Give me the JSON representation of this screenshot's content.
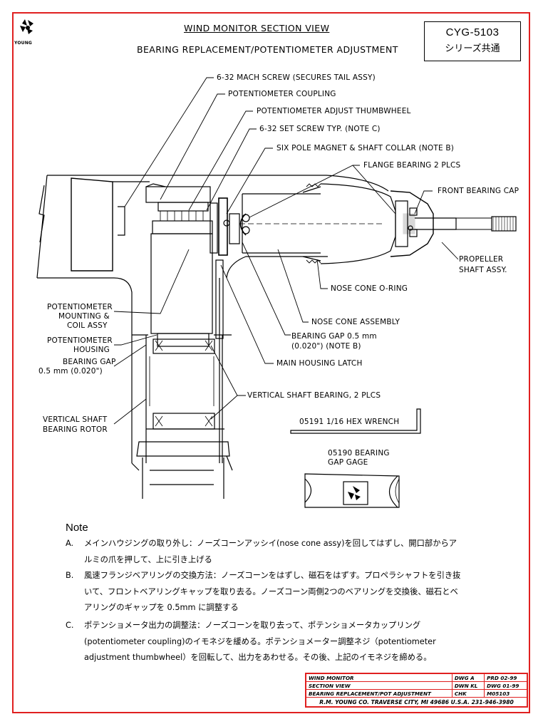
{
  "header": {
    "title": "WIND MONITOR SECTION VIEW",
    "subtitle": "BEARING REPLACEMENT/POTENTIOMETER ADJUSTMENT",
    "logo_text": "YOUNG",
    "ref_code": "CYG-5103",
    "ref_sub": "シリーズ共通"
  },
  "labels": {
    "mach_screw": "6-32 MACH SCREW (SECURES TAIL ASSY)",
    "pot_coupling": "POTENTIOMETER COUPLING",
    "pot_thumbwheel": "POTENTIOMETER ADJUST THUMBWHEEL",
    "set_screw": "6-32 SET SCREW TYP. (NOTE C)",
    "magnet": "SIX POLE MAGNET & SHAFT COLLAR (NOTE B)",
    "flange_bearing": "FLANGE BEARING 2 PLCS",
    "front_cap": "FRONT BEARING CAP",
    "propeller_1": "PROPELLER",
    "propeller_2": "SHAFT ASSY.",
    "oring": "NOSE CONE O-RING",
    "nose_assembly": "NOSE CONE ASSEMBLY",
    "gap_b_1": "BEARING GAP 0.5 mm",
    "gap_b_2": "(0.020\") (NOTE B)",
    "latch": "MAIN HOUSING LATCH",
    "vert_bearing": "VERTICAL SHAFT BEARING, 2 PLCS",
    "pot_mount_1": "POTENTIOMETER",
    "pot_mount_2": "MOUNTING &",
    "pot_mount_3": "COIL ASSY",
    "pot_housing_1": "POTENTIOMETER",
    "pot_housing_2": "HOUSING",
    "gap_l_1": "BEARING GAP",
    "gap_l_2": "0.5 mm (0.020\")",
    "rotor_1": "VERTICAL SHAFT",
    "rotor_2": "BEARING ROTOR",
    "hex_wrench": "05191 1/16 HEX WRENCH",
    "gage_1": "05190 BEARING",
    "gage_2": "GAP GAGE"
  },
  "notes": {
    "title": "Note",
    "a_key": "A.",
    "a_1": "メインハウジングの取り外し：ノーズコーンアッシイ(nose cone assy)を回してはずし、開口部からア",
    "a_2": "ルミの爪を押して、上に引き上げる",
    "b_key": "B.",
    "b_1": "風速フランジベアリングの交換方法：ノーズコーンをはずし、磁石をはずす。プロペラシャフトを引き抜",
    "b_2": "いて、フロントベアリングキャップを取り去る。ノーズコーン両側2つのベアリングを交換後、磁石とベ",
    "b_3": "アリングのギャップを 0.5mm に調整する",
    "c_key": "C.",
    "c_1": "ポテンショメータ出力の調整法：ノーズコーンを取り去って、ポテンショメータカップリング",
    "c_2": "(potentiometer  coupling)のイモネジを緩める。ポテンショメーター調整ネジ（potentiometer",
    "c_3": "adjustment thumbwheel）を回転して、出力をあわせる。その後、上記のイモネジを締める。"
  },
  "title_block": {
    "r1c1": "WIND MONITOR",
    "r1c2": "DWG A",
    "r1c3": "PRD 02-99",
    "r2c1": "SECTION VIEW",
    "r2c2": "DWN KL",
    "r2c3": "DWG 01-99",
    "r3c1": "BEARING REPLACEMENT/POT ADJUSTMENT",
    "r3c2": "CHK",
    "r3c3": "M05103",
    "footer": "R.M. YOUNG CO. TRAVERSE CITY, MI 49686 U.S.A. 231-946-3980"
  },
  "colors": {
    "frame": "#e02020",
    "ink": "#000000"
  }
}
